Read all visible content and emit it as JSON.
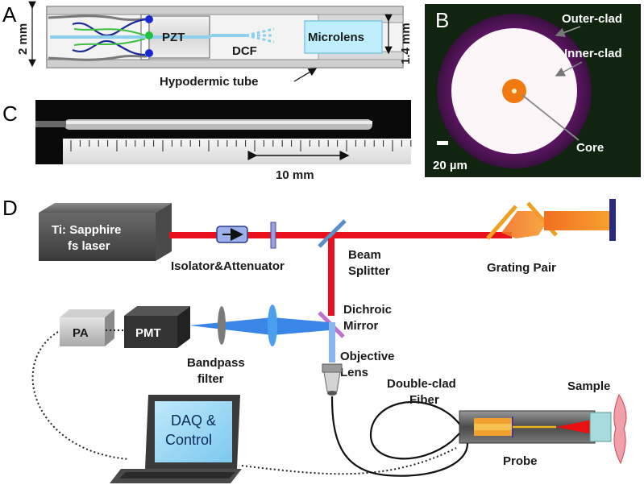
{
  "panels": {
    "a": "A",
    "b": "B",
    "c": "C",
    "d": "D"
  },
  "panel_a": {
    "dim_left": "2 mm",
    "dim_right": "1.4 mm",
    "pzt": "PZT",
    "dcf": "DCF",
    "microlens": "Microlens",
    "hypodermic_tube": "Hypodermic tube"
  },
  "panel_b": {
    "outer_clad": "Outer-clad",
    "inner_clad": "Inner-clad",
    "core": "Core",
    "scale": "20 µm"
  },
  "panel_c": {
    "scale": "10 mm"
  },
  "panel_d": {
    "laser_line1": "Ti: Sapphire",
    "laser_line2": "fs laser",
    "isolator": "Isolator&Attenuator",
    "beam_line1": "Beam",
    "beam_line2": "Splitter",
    "grating": "Grating Pair",
    "dichroic_line1": "Dichroic",
    "dichroic_line2": "Mirror",
    "pa": "PA",
    "pmt": "PMT",
    "bandpass_line1": "Bandpass",
    "bandpass_line2": "filter",
    "objective_line1": "Objective",
    "objective_line2": "Lens",
    "fiber_line1": "Double-clad",
    "fiber_line2": "Fiber",
    "sample": "Sample",
    "probe": "Probe",
    "daq_line1": "DAQ &",
    "daq_line2": "Control"
  },
  "colors": {
    "laser_beam": "#e8101c",
    "signal_beam": "#2f7fe6",
    "fiber_core": "#f07a10",
    "clad_outer": "#6a1a6e",
    "clad_inner": "#fbf3f7",
    "screen": "#8fd3f5"
  }
}
